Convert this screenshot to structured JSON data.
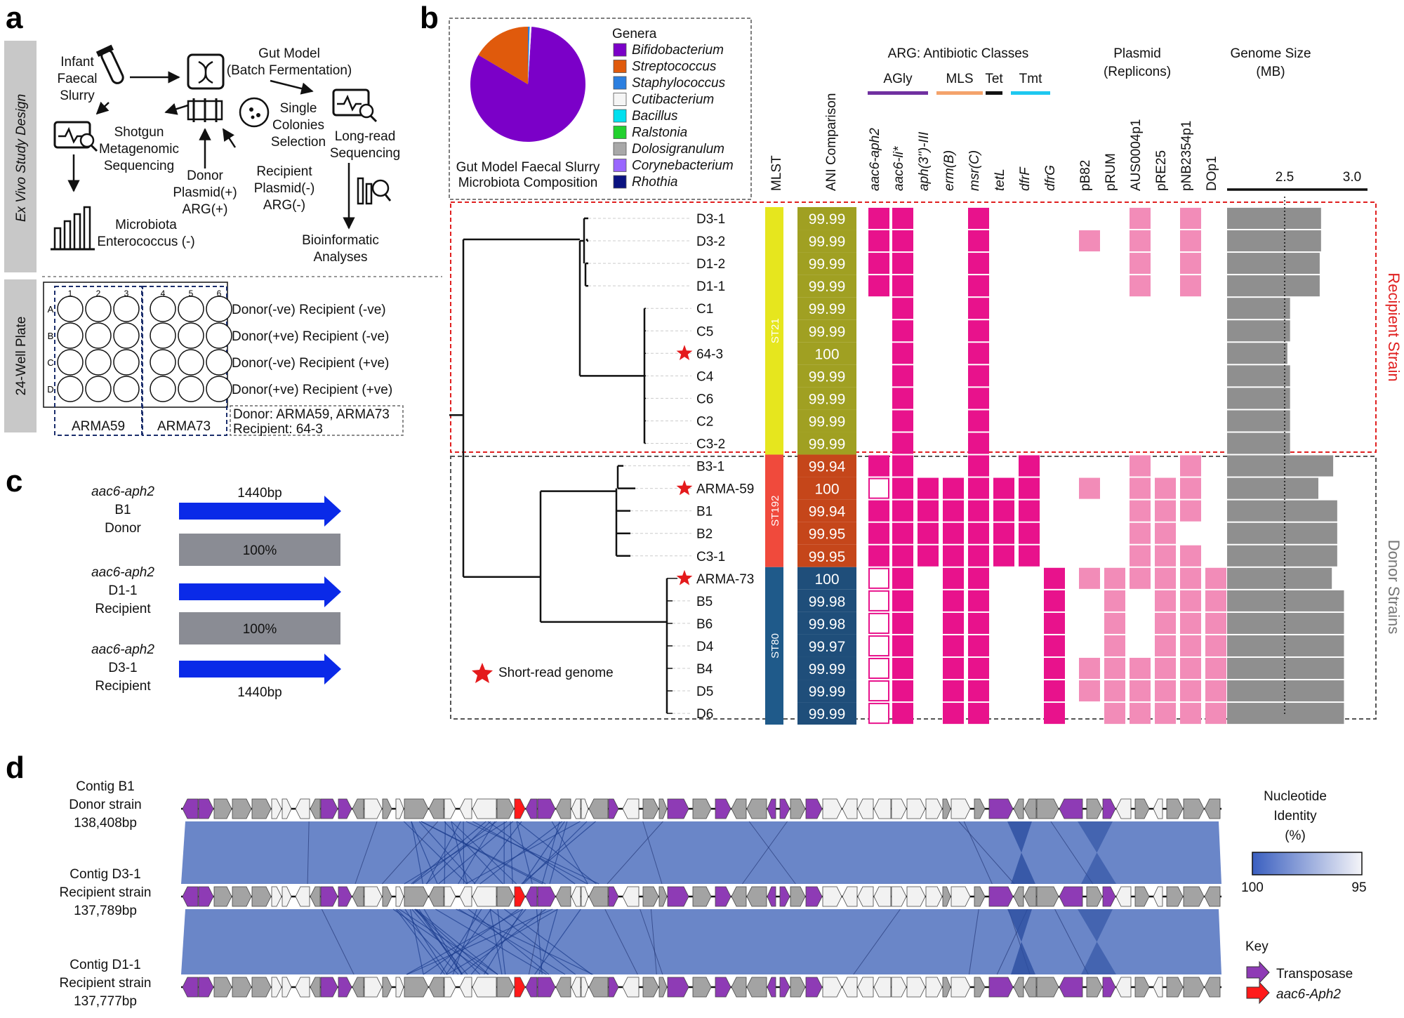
{
  "panel_labels": [
    "a",
    "b",
    "c",
    "d"
  ],
  "panel_a": {
    "side_label_study": "Ex Vivo Study Design",
    "side_label_plate": "24-Well Plate",
    "infant_slurry": [
      "Infant",
      "Faecal",
      "Slurry"
    ],
    "gut_model": [
      "Gut Model",
      "(Batch Fermentation)"
    ],
    "single_colonies": [
      "Single",
      "Colonies",
      "Selection"
    ],
    "long_read": [
      "Long-read",
      "Sequencing"
    ],
    "shotgun": [
      "Shotgun",
      "Metagenomic",
      "Sequencing"
    ],
    "donor": [
      "Donor",
      "Plasmid(+)",
      "ARG(+)"
    ],
    "recipient": [
      "Recipient",
      "Plasmid(-)",
      "ARG(-)"
    ],
    "microbiota": [
      "Microbiota",
      "Enterococcus (-)"
    ],
    "bioinformatic": [
      "Bioinformatic",
      "Analyses"
    ],
    "plate_cols": [
      "1",
      "2",
      "3",
      "4",
      "5",
      "6"
    ],
    "plate_rows": [
      "A",
      "B",
      "C",
      "D"
    ],
    "row_labels": [
      "Donor(-ve) Recipient (-ve)",
      "Donor(+ve) Recipient (-ve)",
      "Donor(-ve) Recipient (+ve)",
      "Donor(+ve) Recipient (+ve)"
    ],
    "group_labels": [
      "ARMA59",
      "ARMA73"
    ],
    "donor_note": "Donor: ARMA59, ARMA73",
    "recipient_note": "Recipient: 64-3"
  },
  "panel_b": {
    "pie_caption": [
      "Gut Model Faecal Slurry",
      "Microbiota Composition"
    ],
    "genera_title": "Genera",
    "genera": [
      {
        "name": "Bifidobacterium",
        "color": "#7b00c8"
      },
      {
        "name": "Streptococcus",
        "color": "#e05a0c"
      },
      {
        "name": "Staphylococcus",
        "color": "#2b7fe0"
      },
      {
        "name": "Cutibacterium",
        "color": "#f5f5f5"
      },
      {
        "name": "Bacillus",
        "color": "#00e0ef"
      },
      {
        "name": "Ralstonia",
        "color": "#22d12e"
      },
      {
        "name": "Dolosigranulum",
        "color": "#a8a8a8"
      },
      {
        "name": "Corynebacterium",
        "color": "#9966ff"
      },
      {
        "name": "Rhothia",
        "color": "#0a1280"
      }
    ],
    "pie_fractions": [
      0.825,
      0.165,
      0.005,
      0.005
    ],
    "mlst_header": "MLST",
    "ani_header": "ANI Comparison",
    "arg_title": "ARG: Antibiotic Classes",
    "arg_classes": [
      {
        "name": "AGly",
        "color": "#7030a0"
      },
      {
        "name": "MLS",
        "color": "#f4a36b"
      },
      {
        "name": "Tet",
        "color": "#111111"
      },
      {
        "name": "Tmt",
        "color": "#1ec8f0"
      }
    ],
    "arg_genes": [
      "aac6-aph2",
      "aac6-li*",
      "aph(3'')-III",
      "erm(B)",
      "msr(C)",
      "tetL",
      "dfrF",
      "dfrG"
    ],
    "plasmid_title": "Plasmid",
    "plasmid_subtitle": "(Replicons)",
    "replicons": [
      "pB82",
      "pRUM",
      "AUS0004p1",
      "pRE25",
      "pNB2354p1",
      "DOp1"
    ],
    "genome_title": [
      "Genome Size",
      "(MB)"
    ],
    "genome_ticks": [
      "2.5",
      "3.0"
    ],
    "st_labels": [
      "ST21",
      "ST192",
      "ST80"
    ],
    "recipient_label": "Recipient Strain",
    "donor_label": "Donor Strains",
    "short_read_note": "Short-read genome",
    "strains": [
      {
        "name": "D3-1",
        "ani": "99.99"
      },
      {
        "name": "D3-2",
        "ani": "99.99"
      },
      {
        "name": "D1-2",
        "ani": "99.99"
      },
      {
        "name": "D1-1",
        "ani": "99.99"
      },
      {
        "name": "C1",
        "ani": "99.99"
      },
      {
        "name": "C5",
        "ani": "99.99"
      },
      {
        "name": "64-3",
        "ani": "100"
      },
      {
        "name": "C4",
        "ani": "99.99"
      },
      {
        "name": "C6",
        "ani": "99.99"
      },
      {
        "name": "C2",
        "ani": "99.99"
      },
      {
        "name": "C3-2",
        "ani": "99.99"
      },
      {
        "name": "B3-1",
        "ani": "99.94"
      },
      {
        "name": "ARMA-59",
        "ani": "100"
      },
      {
        "name": "B1",
        "ani": "99.94"
      },
      {
        "name": "B2",
        "ani": "99.95"
      },
      {
        "name": "C3-1",
        "ani": "99.95"
      },
      {
        "name": "ARMA-73",
        "ani": "100"
      },
      {
        "name": "B5",
        "ani": "99.98"
      },
      {
        "name": "B6",
        "ani": "99.98"
      },
      {
        "name": "D4",
        "ani": "99.97"
      },
      {
        "name": "B4",
        "ani": "99.99"
      },
      {
        "name": "D5",
        "ani": "99.99"
      },
      {
        "name": "D6",
        "ani": "99.99"
      }
    ]
  },
  "panel_c": {
    "gene": "aac6-aph2",
    "genes": [
      {
        "name": "aac6-aph2",
        "strain": "B1",
        "role": "Donor"
      },
      {
        "name": "aac6-aph2",
        "strain": "D1-1",
        "role": "Recipient"
      },
      {
        "name": "aac6-aph2",
        "strain": "D3-1",
        "role": "Recipient"
      }
    ],
    "length_top": "1440bp",
    "length_bottom": "1440bp",
    "identities": [
      "100%",
      "100%"
    ]
  },
  "panel_d": {
    "contigs": [
      {
        "name": "Contig B1",
        "type": "Donor strain",
        "length": "138,408bp"
      },
      {
        "name": "Contig D3-1",
        "type": "Recipient strain",
        "length": "137,789bp"
      },
      {
        "name": "Contig D1-1",
        "type": "Recipient strain",
        "length": "137,777bp"
      }
    ],
    "legend_title": [
      "Nucleotide",
      "Identity",
      "(%)"
    ],
    "scale_min": "100",
    "scale_max": "95",
    "key_title": "Key",
    "key_items": [
      {
        "label": "Transposase",
        "color": "#8e3bb5"
      },
      {
        "label": "aac6-Aph2",
        "color": "#ff1a1a"
      }
    ]
  }
}
